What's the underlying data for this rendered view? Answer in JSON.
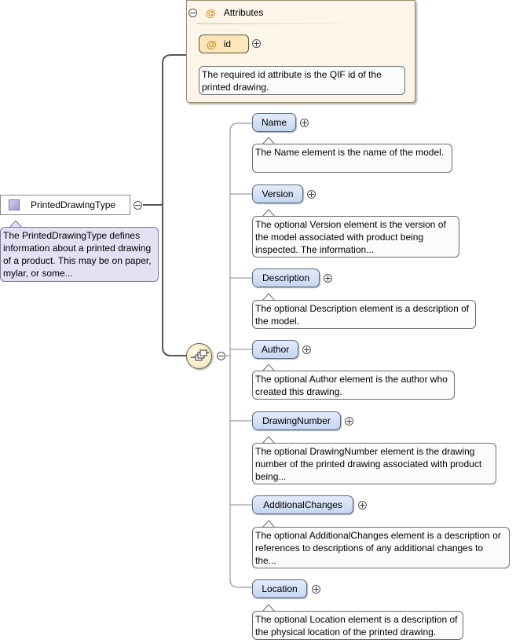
{
  "root": {
    "label": "PrintedDrawingType",
    "description": "The PrintedDrawingType defines information about a printed drawing of a product. This may be on paper, mylar, or some..."
  },
  "attributes": {
    "header": "Attributes",
    "at_symbol": "@",
    "items": [
      {
        "name": "id",
        "description": "The required id attribute is the QIF id of the printed drawing."
      }
    ]
  },
  "toggles": {
    "collapse": "−",
    "expand": "+"
  },
  "icons": {
    "type_icon": "type-icon",
    "sequence_icon": "sequence-compositor-icon",
    "attribute_icon": "at-sign-icon"
  },
  "colors": {
    "element_fill": "#c6d6f0",
    "attribute_fill": "#fbe7b9",
    "attribute_group_fill": "#fbf6e9",
    "root_desc_fill": "#e5e0f3"
  },
  "elements": [
    {
      "name": "Name",
      "description": "The Name element is the name of the model."
    },
    {
      "name": "Version",
      "description": "The optional Version element is the version of the model associated with product being inspected. The information..."
    },
    {
      "name": "Description",
      "description": "The optional Description element is a description of the model."
    },
    {
      "name": "Author",
      "description": "The optional Author element is the author who created this drawing."
    },
    {
      "name": "DrawingNumber",
      "description": "The optional DrawingNumber element is the drawing number of the printed drawing associated with product being..."
    },
    {
      "name": "AdditionalChanges",
      "description": "The optional AdditionalChanges element is a description or references to descriptions of any additional changes to the..."
    },
    {
      "name": "Location",
      "description": "The optional Location element is a description of the physical location of the printed drawing."
    }
  ]
}
